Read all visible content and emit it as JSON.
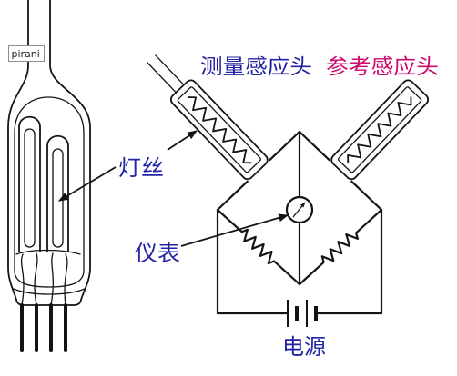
{
  "tag": {
    "text": "pirani"
  },
  "labels": {
    "measuring_head": "测量感应头",
    "reference_head": "参考感应头",
    "filament": "灯丝",
    "meter": "仪表",
    "power_supply": "电源"
  },
  "colors": {
    "label_blue": "#2323a6",
    "label_magenta": "#cf0a6e",
    "line": "#141414"
  }
}
